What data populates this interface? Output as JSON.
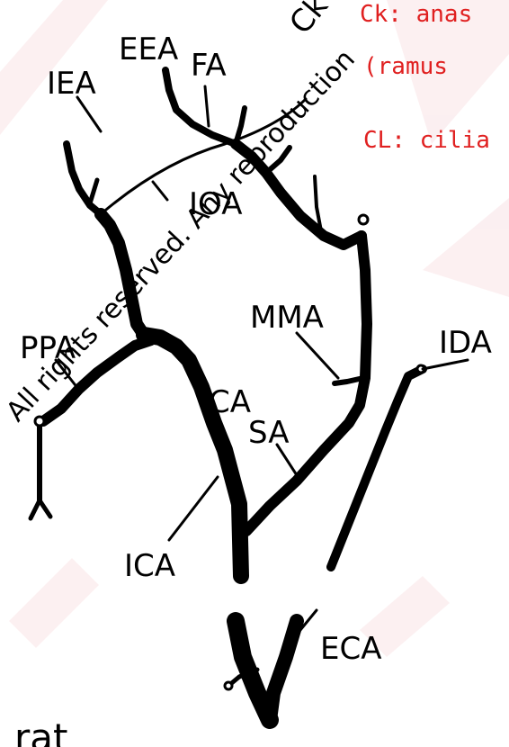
{
  "labels": {
    "iea": "IEA",
    "eea": "EEA",
    "fa": "FA",
    "ck": "Ck",
    "ioa": "IOA",
    "mma": "MMA",
    "ida": "IDA",
    "ppa": "PPA",
    "ica_upper": "ICA",
    "sa": "SA",
    "ica_lower": "ICA",
    "eca": "ECA",
    "caption": "rat"
  },
  "notes": {
    "anastomosis_line1": "Ck: anas",
    "anastomosis_line2": "(ramus",
    "ciliary": "CL: cilia"
  },
  "watermark": {
    "text": "All rights reserved. Any reproduction"
  },
  "colors": {
    "note_red": "#e02020",
    "vessel": "#000000",
    "watermark_pink": "#f6d3d8"
  }
}
